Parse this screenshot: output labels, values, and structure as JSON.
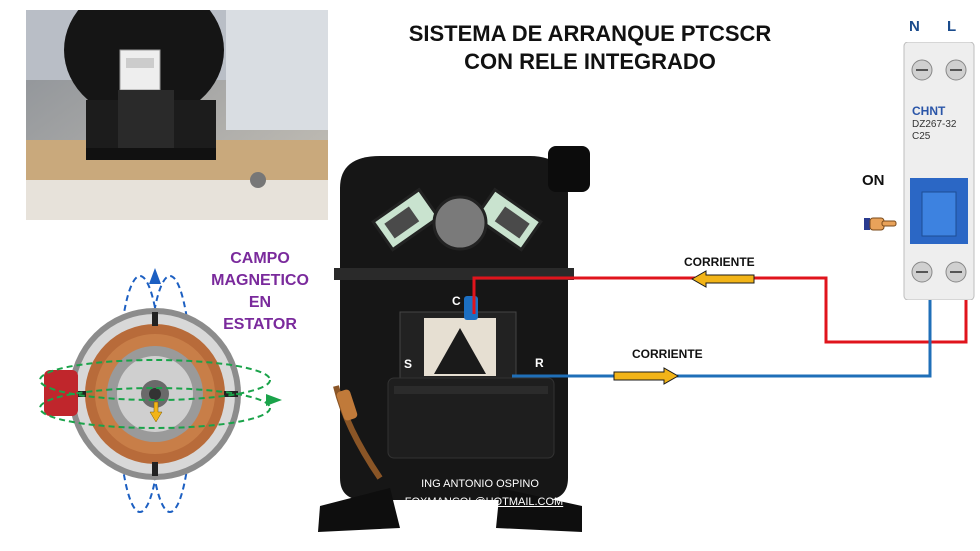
{
  "title": {
    "line1": "SISTEMA DE ARRANQUE PTCSCR",
    "line2": "CON RELE INTEGRADO"
  },
  "campo": {
    "line1": "CAMPO",
    "line2": "MAGNETICO",
    "line3": "EN",
    "line4": "ESTATOR"
  },
  "breaker": {
    "n_label": "N",
    "l_label": "L",
    "brand": "CHNT",
    "model": "DZ267-32",
    "rating": "C25",
    "state_label": "ON"
  },
  "current": {
    "label_top": "CORRIENTE",
    "label_bottom": "CORRIENTE"
  },
  "terminals": {
    "c": "C",
    "s": "S",
    "r": "R"
  },
  "credit": {
    "name": "ING ANTONIO OSPINO",
    "email": "FOXMANCOL@HOTMAIL.COM"
  },
  "colors": {
    "live_wire": "#e0141c",
    "neutral_wire": "#1f6fb8",
    "arrow_fill": "#f2b418",
    "field_lines": "#1aa34a",
    "field_lines_alt": "#1c5fc2",
    "text_accent": "#7a2a9c"
  },
  "icons": {
    "hand": "pointing-hand-icon",
    "arrow_top": "arrow-left-icon",
    "arrow_bottom": "arrow-right-icon"
  }
}
